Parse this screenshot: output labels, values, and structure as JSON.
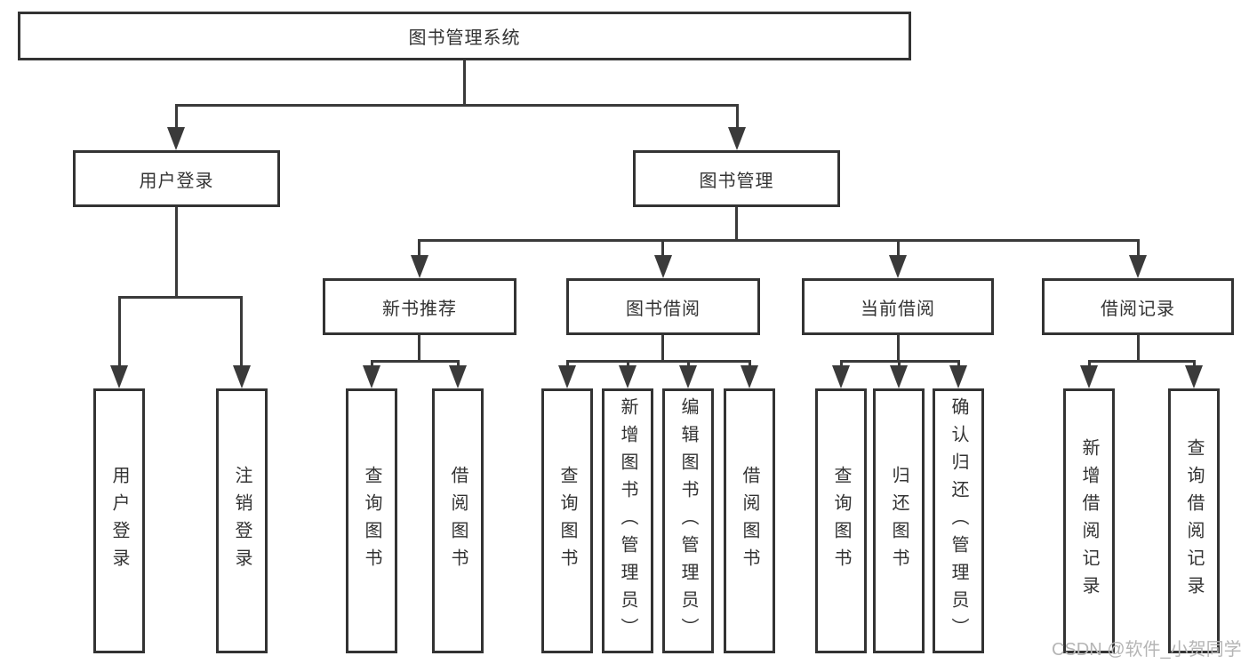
{
  "diagram": {
    "root": {
      "label": "图书管理系统"
    },
    "level2": [
      {
        "label": "用户登录"
      },
      {
        "label": "图书管理"
      }
    ],
    "level3": [
      {
        "label": "新书推荐"
      },
      {
        "label": "图书借阅"
      },
      {
        "label": "当前借阅"
      },
      {
        "label": "借阅记录"
      }
    ],
    "leaf_groups": [
      {
        "parent": "用户登录",
        "items": [
          {
            "label": "用户登录"
          },
          {
            "label": "注销登录"
          }
        ]
      },
      {
        "parent": "新书推荐",
        "items": [
          {
            "label": "查询图书"
          },
          {
            "label": "借阅图书"
          }
        ]
      },
      {
        "parent": "图书借阅",
        "items": [
          {
            "label": "查询图书"
          },
          {
            "label": "新增图书（管理员）"
          },
          {
            "label": "编辑图书（管理员）"
          },
          {
            "label": "借阅图书"
          }
        ]
      },
      {
        "parent": "当前借阅",
        "items": [
          {
            "label": "查询图书"
          },
          {
            "label": "归还图书"
          },
          {
            "label": "确认归还（管理员）"
          }
        ]
      },
      {
        "parent": "借阅记录",
        "items": [
          {
            "label": "新增借阅记录"
          },
          {
            "label": "查询借阅记录"
          }
        ]
      }
    ]
  },
  "watermark": {
    "text": "CSDN @软件_小贺同学"
  },
  "colors": {
    "line": "#3a3a3a",
    "box_border": "#333333",
    "text": "#333333",
    "watermark": "#b5b5b5",
    "background": "#ffffff"
  }
}
